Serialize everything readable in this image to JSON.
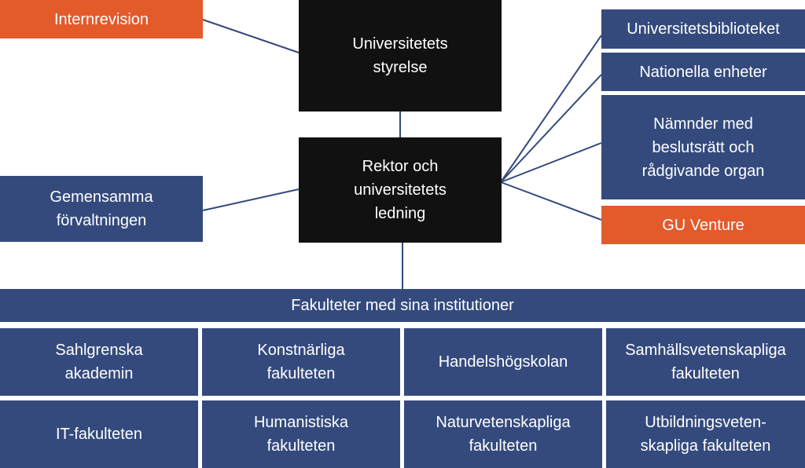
{
  "org_chart": {
    "board": "Universitetets\nstyrelse",
    "management": "Rektor och\nuniversitetets\nledning",
    "internal_audit": "Internrevision",
    "joint_administration": "Gemensamma\nförvaltningen",
    "right_units": [
      "Universitetsbiblioteket",
      "Nationella enheter",
      "Nämnder med\nbeslutsrätt och\nrådgivande organ",
      "GU Venture"
    ],
    "faculties_header": "Fakulteter med sina institutioner",
    "faculties": [
      "Sahlgrenska\nakademin",
      "Konstnärliga\nfakulteten",
      "Handelshögskolan",
      "Samhällsvetenskapliga\nfakulteten",
      "IT-fakulteten",
      "Humanistiska\nfakulteten",
      "Naturvetenskapliga\nfakulteten",
      "Utbildningsveten-\nskapliga fakulteten"
    ]
  },
  "colors": {
    "navy": "#344a7d",
    "black": "#111111",
    "orange": "#e35a2b",
    "connector": "#344a7d"
  }
}
